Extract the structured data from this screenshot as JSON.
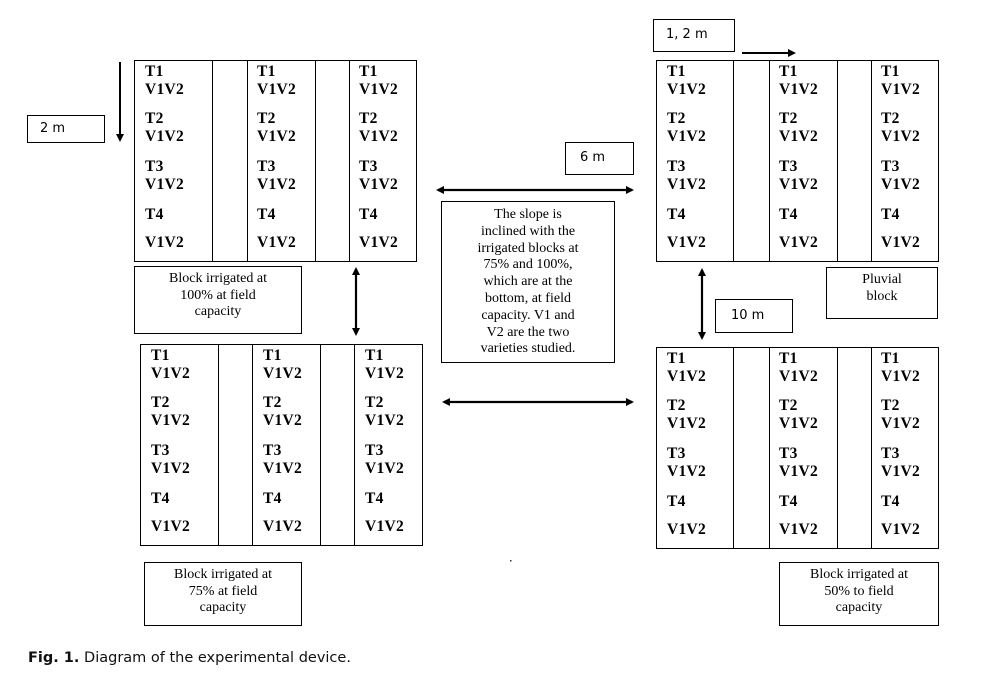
{
  "blocks": [
    {
      "id": "block-100",
      "columns": [
        [
          "T1",
          "V1V2",
          "T2",
          "V1V2",
          "T3",
          "V1V2",
          "T4",
          "V1V2"
        ],
        [
          "T1",
          "V1V2",
          "T2",
          "V1V2",
          "T3",
          "V1V2",
          "T4",
          "V1V2"
        ],
        [
          "T1",
          "V1V2",
          "T2",
          "V1V2",
          "T3",
          "V1V2",
          "T4",
          "V1V2"
        ]
      ],
      "label": "Block irrigated at 100% at field capacity"
    },
    {
      "id": "block-75",
      "columns": [
        [
          "T1",
          "V1V2",
          "T2",
          "V1V2",
          "T3",
          "V1V2",
          "T4",
          "V1V2"
        ],
        [
          "T1",
          "V1V2",
          "T2",
          "V1V2",
          "T3",
          "V1V2",
          "T4",
          "V1V2"
        ],
        [
          "T1",
          "V1V2",
          "T2",
          "V1V2",
          "T3",
          "V1V2",
          "T4",
          "V1V2"
        ]
      ],
      "label": "Block irrigated at 75% at field capacity"
    },
    {
      "id": "block-pluvial",
      "columns": [
        [
          "T1",
          "V1V2",
          "T2",
          "V1V2",
          "T3",
          "V1V2",
          "T4",
          "V1V2"
        ],
        [
          "T1",
          "V1V2",
          "T2",
          "V1V2",
          "T3",
          "V1V2",
          "T4",
          "V1V2"
        ],
        [
          "T1",
          "V1V2",
          "T2",
          "V1V2",
          "T3",
          "V1V2",
          "T4",
          "V1V2"
        ]
      ],
      "label": "Pluvial block"
    },
    {
      "id": "block-50",
      "columns": [
        [
          "T1",
          "V1V2",
          "T2",
          "V1V2",
          "T3",
          "V1V2",
          "T4",
          "V1V2"
        ],
        [
          "T1",
          "V1V2",
          "T2",
          "V1V2",
          "T3",
          "V1V2",
          "T4",
          "V1V2"
        ],
        [
          "T1",
          "V1V2",
          "T2",
          "V1V2",
          "T3",
          "V1V2",
          "T4",
          "V1V2"
        ]
      ],
      "label": "Block irrigated at 50% to field capacity"
    }
  ],
  "labels": {
    "block_100_line1": "Block irrigated at",
    "block_100_line2": "100% at field",
    "block_100_line3": "capacity",
    "block_75_line1": "Block irrigated at",
    "block_75_line2": "75% at field",
    "block_75_line3": "capacity",
    "pluvial_line1": "Pluvial",
    "pluvial_line2": "block",
    "block_50_line1": "Block irrigated at",
    "block_50_line2": "50% to field",
    "block_50_line3": "capacity"
  },
  "dimensions": {
    "plot_length": "2 m",
    "plot_width": "1, 2 m",
    "block_spacing_horizontal": "6 m",
    "block_spacing_vertical": "10 m"
  },
  "slope_note": {
    "lines": [
      "The slope is",
      "inclined with the",
      "irrigated blocks at",
      "75% and 100%,",
      "which are at the",
      "bottom, at field",
      "capacity. V1 and",
      "V2 are the two",
      "varieties studied."
    ]
  },
  "caption": {
    "prefix": "Fig. 1.",
    "text": " Diagram of the experimental device."
  }
}
